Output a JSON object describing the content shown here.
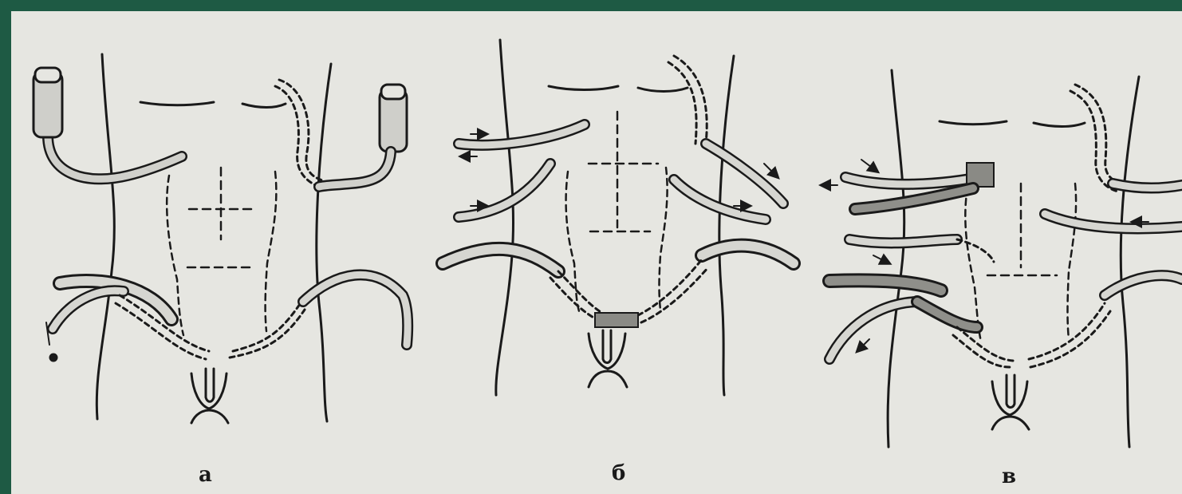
{
  "figure": {
    "panels": [
      {
        "id": "a",
        "label": "а"
      },
      {
        "id": "b",
        "label": "б"
      },
      {
        "id": "v",
        "label": "в"
      }
    ]
  },
  "colors": {
    "frame": "#1e5a44",
    "paper": "#e6e6e1",
    "ink": "#1a1a1a",
    "tube_fill": "#d9d9d4",
    "shade": "#8a8a85"
  }
}
